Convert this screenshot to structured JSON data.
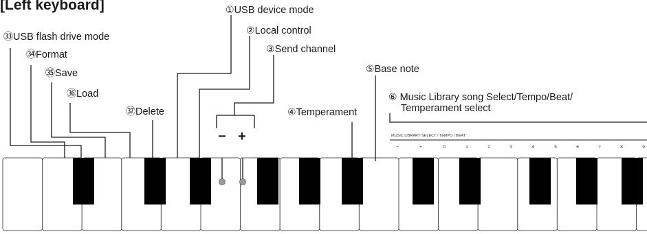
{
  "title": "[Left keyboard]",
  "labels": {
    "usb_device_mode": {
      "num": "①",
      "text": "USB device mode"
    },
    "local_control": {
      "num": "②",
      "text": "Local control"
    },
    "send_channel": {
      "num": "③",
      "text": "Send channel"
    },
    "base_note": {
      "num": "⑤",
      "text": "Base note"
    },
    "music_library": {
      "num": "⑥",
      "line1": "Music Library song Select/Tempo/Beat/",
      "line2": "Temperament select"
    },
    "temperament": {
      "num": "④",
      "text": "Temperament"
    },
    "usb_flash_drive_mode": {
      "num": "㉝",
      "text": "USB flash drive mode"
    },
    "format": {
      "num": "㉞",
      "text": "Format"
    },
    "save": {
      "num": "㉟",
      "text": "Save"
    },
    "load": {
      "num": "㊱",
      "text": "Load"
    },
    "delete": {
      "num": "㊲",
      "text": "Delete"
    }
  },
  "channel_signs": {
    "minus": "−",
    "plus": "+"
  },
  "music_library_strip": {
    "caption": "MUSIC LIBRARY SELECT / TEMPO / BEAT",
    "keys": [
      "−",
      "+",
      "0",
      "1",
      "2",
      "3",
      "4",
      "5",
      "6",
      "7",
      "8",
      "9"
    ]
  },
  "colors": {
    "line": "#1a1a1a",
    "key_black": "#000000",
    "key_white": "#ffffff",
    "dot": "#9a9a9a"
  }
}
